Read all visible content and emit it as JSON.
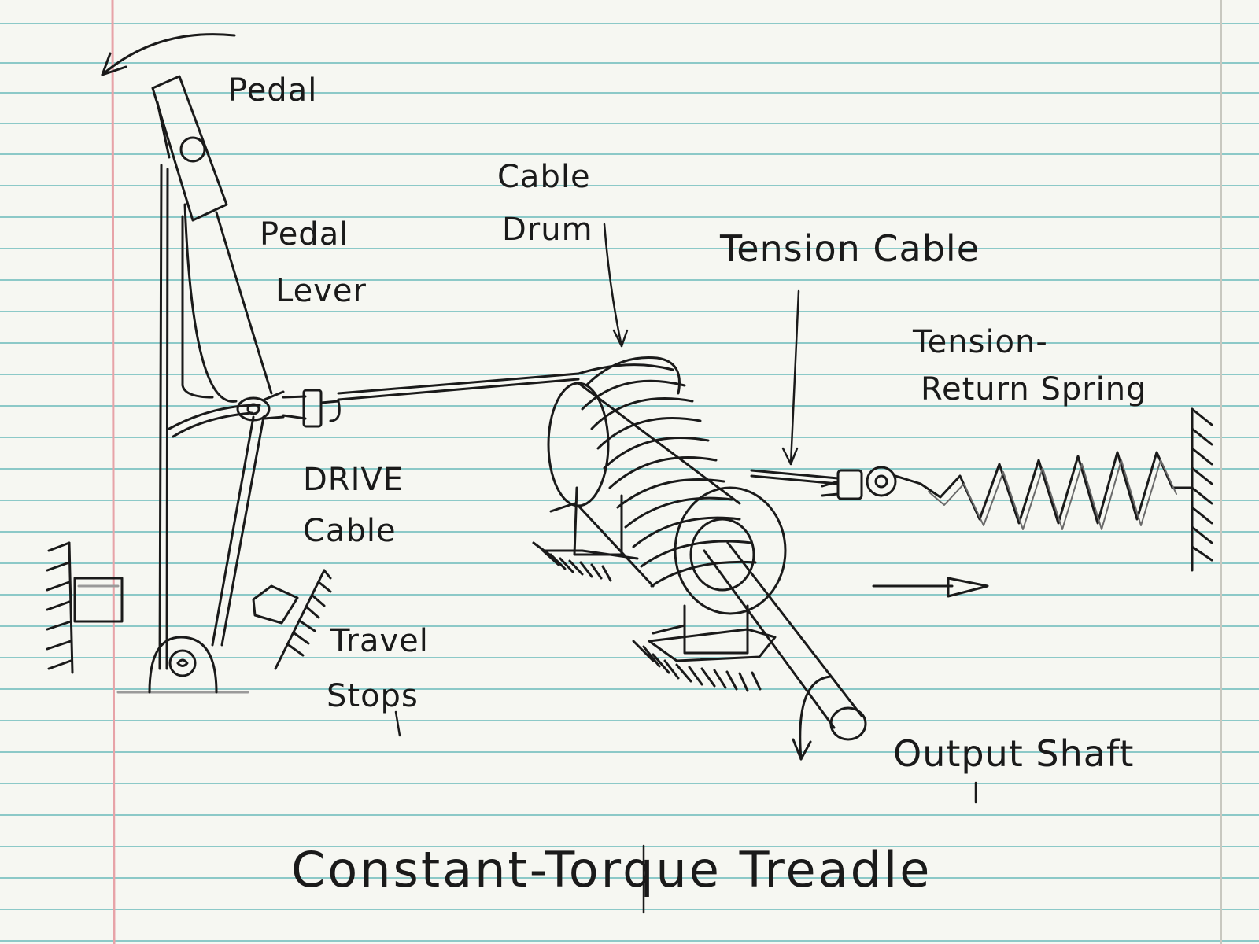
{
  "diagram": {
    "title": "Constant-Torque Treadle",
    "labels": {
      "pedal": "Pedal",
      "pedal_lever_line1": "Pedal",
      "pedal_lever_line2": "Lever",
      "cable_drum_line1": "Cable",
      "cable_drum_line2": "Drum",
      "tension_cable": "Tension Cable",
      "tension_return_spring_line1": "Tension-",
      "tension_return_spring_line2": "Return Spring",
      "drive_cable_line1": "DRIVE",
      "drive_cable_line2": "Cable",
      "travel_stops_line1": "Travel",
      "travel_stops_line2": "Stops",
      "output_shaft": "Output Shaft"
    }
  },
  "colors": {
    "paper": "#f6f7f2",
    "rule_line": "#8cc9c8",
    "margin_line": "#e7a3a8",
    "ink": "#1a1a1a",
    "pencil": "#9a9a9a"
  }
}
